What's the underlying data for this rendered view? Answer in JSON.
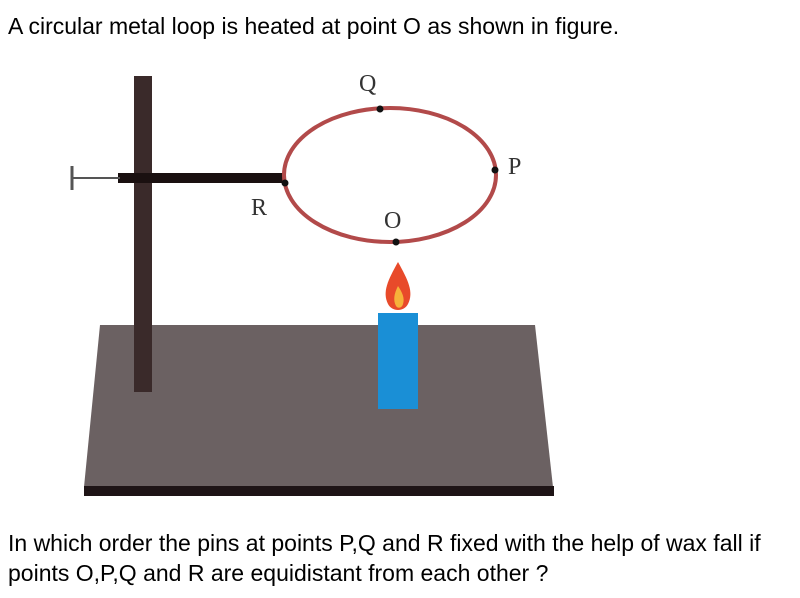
{
  "question": {
    "intro": "A circular metal loop is heated at point O as shown in figure.",
    "body": "In which order the pins at points P,Q and R fixed with the help of wax fall if points O,P,Q and R are equidistant from each other ?"
  },
  "figure": {
    "labels": {
      "q": "Q",
      "p": "P",
      "r": "R",
      "o": "O"
    },
    "colors": {
      "loop": "#b24a4a",
      "base": "#6b6162",
      "stand": "#3a2a2a",
      "candle": "#1a8fd6",
      "flame": "#e84a2a"
    }
  }
}
